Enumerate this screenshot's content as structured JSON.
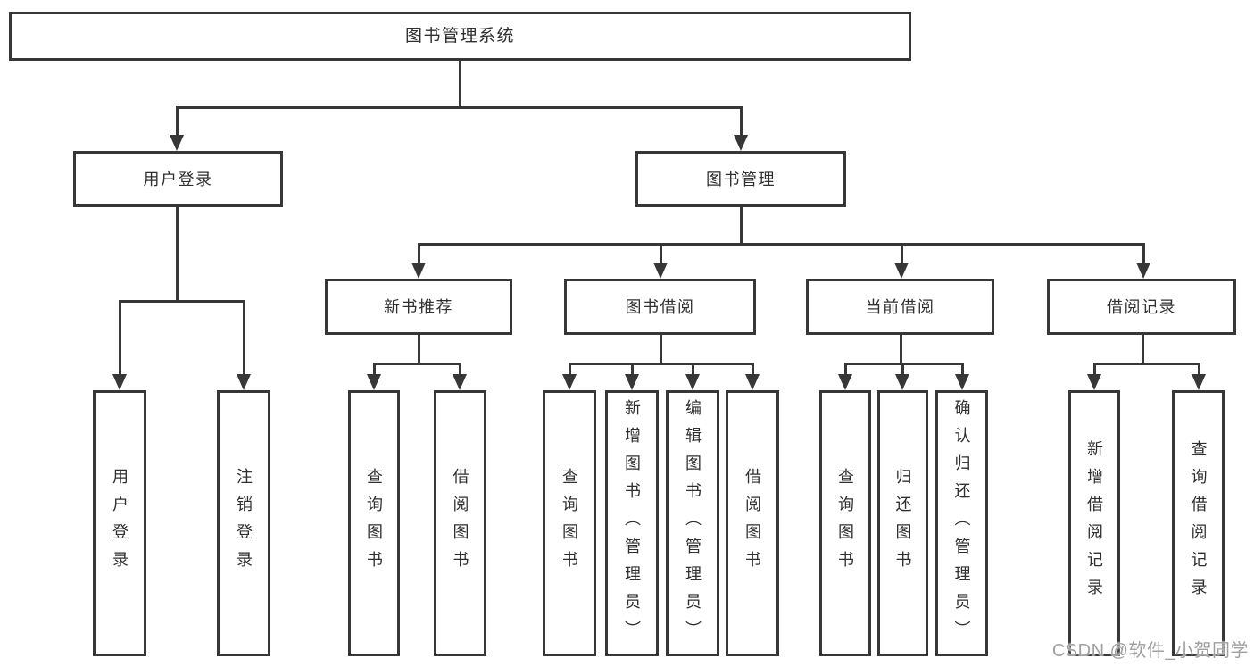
{
  "tree": {
    "root": "图书管理系统",
    "branches": [
      {
        "label": "用户登录",
        "children": [
          {
            "label": "用户登录"
          },
          {
            "label": "注销登录"
          }
        ]
      },
      {
        "label": "图书管理",
        "children": [
          {
            "label": "新书推荐",
            "children": [
              {
                "label": "查询图书"
              },
              {
                "label": "借阅图书"
              }
            ]
          },
          {
            "label": "图书借阅",
            "children": [
              {
                "label": "查询图书"
              },
              {
                "label": "新增图书（管理员）"
              },
              {
                "label": "编辑图书（管理员）"
              },
              {
                "label": "借阅图书"
              }
            ]
          },
          {
            "label": "当前借阅",
            "children": [
              {
                "label": "查询图书"
              },
              {
                "label": "归还图书"
              },
              {
                "label": "确认归还（管理员）"
              }
            ]
          },
          {
            "label": "借阅记录",
            "children": [
              {
                "label": "新增借阅记录"
              },
              {
                "label": "查询借阅记录"
              }
            ]
          }
        ]
      }
    ]
  },
  "watermark": {
    "text": "CSDN @软件_小贺同学"
  },
  "colors": {
    "line": "#373737",
    "text": "#2f2f2f",
    "background": "#ffffff",
    "watermark": "#a0a0a0"
  }
}
